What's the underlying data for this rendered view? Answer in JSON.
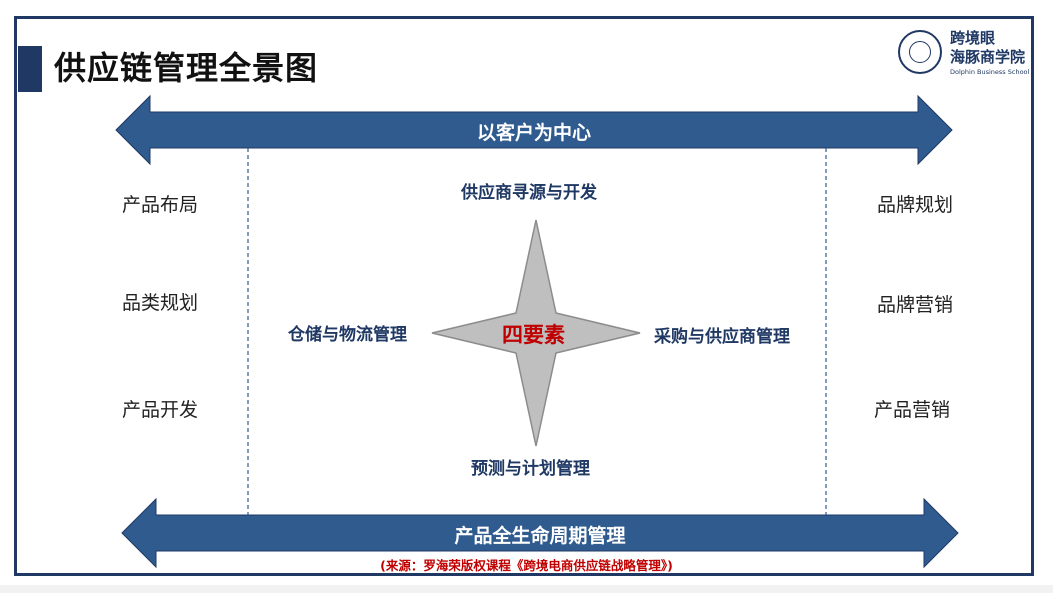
{
  "title": "供应链管理全景图",
  "logo": {
    "name_line1": "跨境眼",
    "name_line2": "海豚商学院",
    "name_en": "Dolphin Business School"
  },
  "top_arrow": "以客户为中心",
  "bottom_arrow": "产品全生命周期管理",
  "left_items": [
    "产品布局",
    "品类规划",
    "产品开发"
  ],
  "right_items": [
    "品牌规划",
    "品牌营销",
    "产品营销"
  ],
  "elements": {
    "top": "供应商寻源与开发",
    "left": "仓储与物流管理",
    "right": "采购与供应商管理",
    "bottom": "预测与计划管理",
    "center": "四要素"
  },
  "source": "(来源：罗海荣版权课程《跨境电商供应链战略管理》)",
  "colors": {
    "navy": "#1f3864",
    "arrow": "#2f5b8f",
    "star": "#bfbfbf",
    "accent_red": "#c00000"
  }
}
